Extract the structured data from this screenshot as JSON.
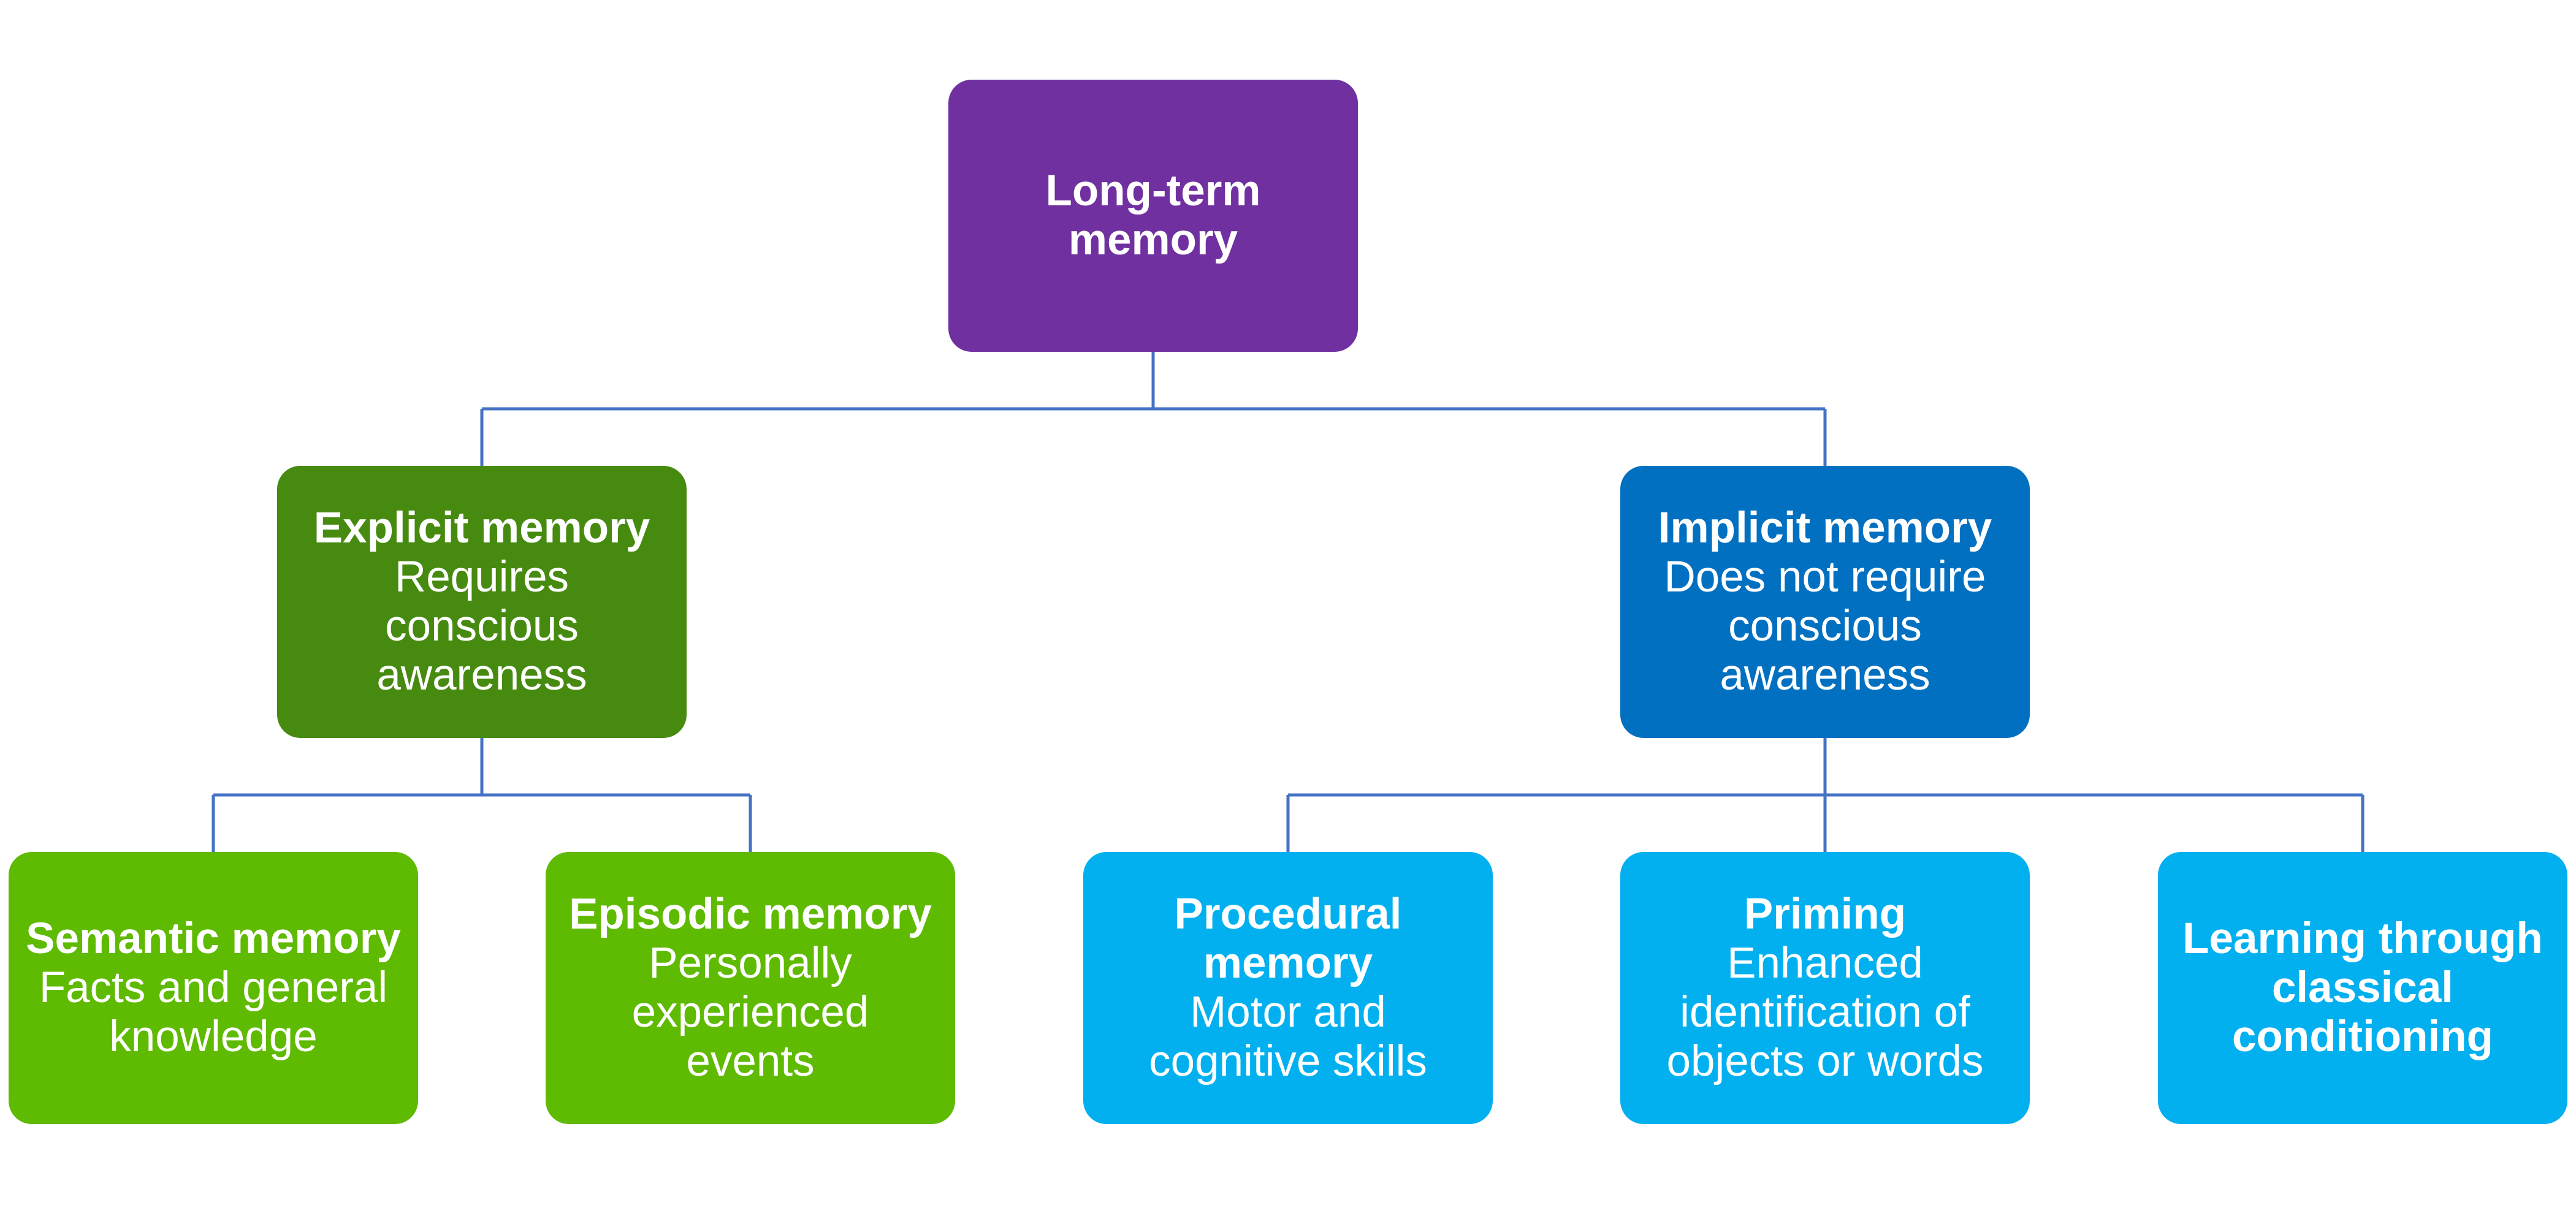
{
  "colors": {
    "root": "#7030a0",
    "explicit": "#478a10",
    "implicit": "#0170c1",
    "explicit_children": "#5fba02",
    "implicit_children": "#02b0f0",
    "connector": "#4472c4",
    "text": "#ffffff"
  },
  "nodes": {
    "root": {
      "title_line1": "Long-term",
      "title_line2": "memory"
    },
    "explicit": {
      "title": "Explicit memory",
      "desc_line1": "Requires",
      "desc_line2": "conscious",
      "desc_line3": "awareness"
    },
    "implicit": {
      "title": "Implicit memory",
      "desc_line1": "Does not require",
      "desc_line2": "conscious",
      "desc_line3": "awareness"
    },
    "semantic": {
      "title": "Semantic memory",
      "desc_line1": "Facts and general",
      "desc_line2": "knowledge"
    },
    "episodic": {
      "title": "Episodic memory",
      "desc_line1": "Personally",
      "desc_line2": "experienced",
      "desc_line3": "events"
    },
    "procedural": {
      "title_line1": "Procedural",
      "title_line2": "memory",
      "desc_line1": "Motor and",
      "desc_line2": "cognitive skills"
    },
    "priming": {
      "title": "Priming",
      "desc_line1": "Enhanced",
      "desc_line2": "identification of",
      "desc_line3": "objects or words"
    },
    "classical": {
      "title_line1": "Learning through",
      "title_line2": "classical",
      "title_line3": "conditioning"
    }
  }
}
